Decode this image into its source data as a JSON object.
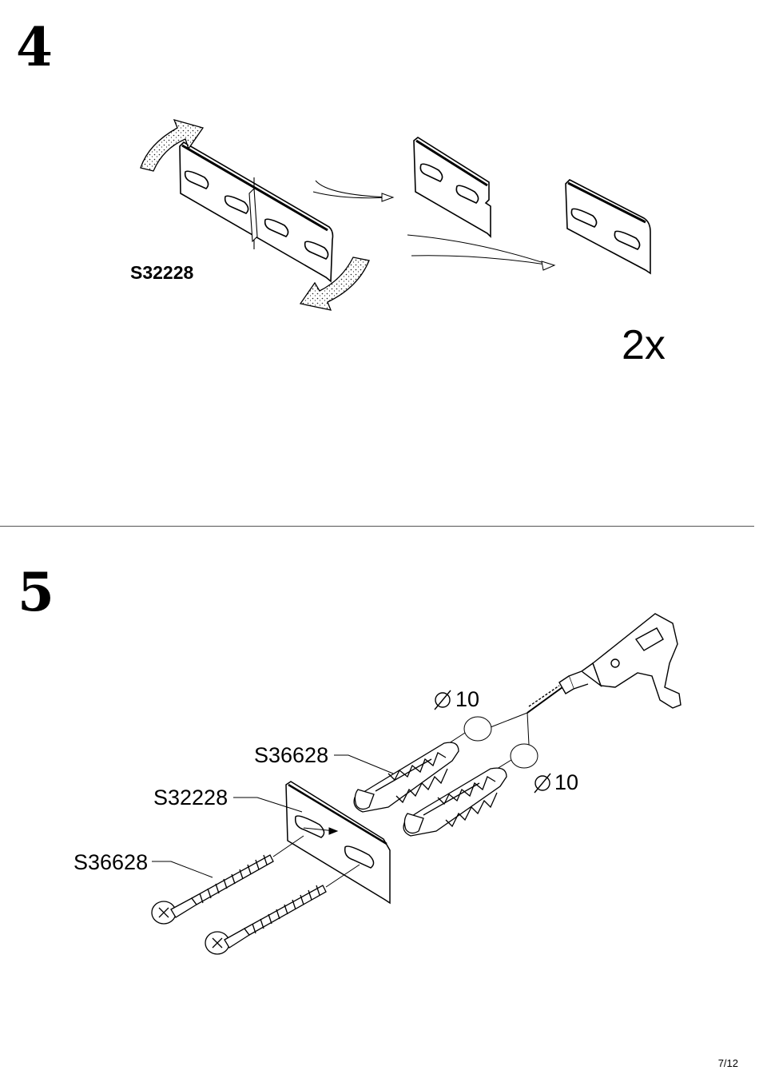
{
  "step4": {
    "number": "4",
    "part_label": "S32228",
    "quantity": "2x"
  },
  "step5": {
    "number": "5",
    "drill_diameter_1": "10",
    "drill_diameter_2": "10",
    "callout_top": "S36628",
    "callout_middle": "S32228",
    "callout_bottom": "S36628"
  },
  "footer": {
    "page_number": "7/12"
  },
  "icons": [
    "curved-arrow-icon",
    "diameter-symbol-icon",
    "drill-icon",
    "wall-plug-icon",
    "screw-icon",
    "bracket-icon"
  ]
}
